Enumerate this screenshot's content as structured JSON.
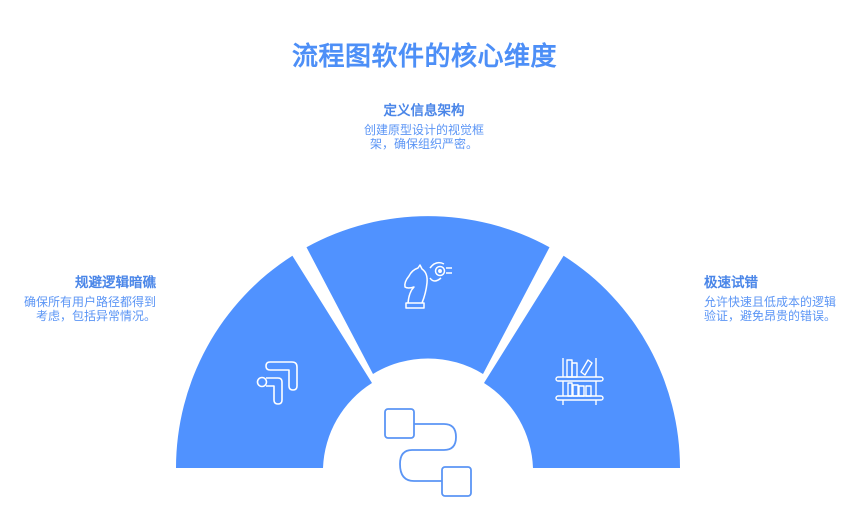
{
  "title": "流程图软件的核心维度",
  "colors": {
    "accent": "#5092ff",
    "title": "#4d8ff7",
    "text": "#5b95f5",
    "background": "#ffffff",
    "icon_stroke": "#ffffff",
    "center_icon_stroke": "#5b95f5"
  },
  "segments": [
    {
      "id": "left",
      "title": "规避逻辑暗礁",
      "description": "确保所有用户路径都得到考虑，包括异常情况。",
      "icon": "path-flow-icon"
    },
    {
      "id": "top",
      "title": "定义信息架构",
      "description": "创建原型设计的视觉框架，确保组织严密。",
      "icon": "chess-knight-strategy-icon"
    },
    {
      "id": "right",
      "title": "极速试错",
      "description": "允许快速且低成本的逻辑验证，避免昂贵的错误。",
      "icon": "bookshelf-icon"
    }
  ],
  "center": {
    "icon": "flowchart-icon"
  }
}
